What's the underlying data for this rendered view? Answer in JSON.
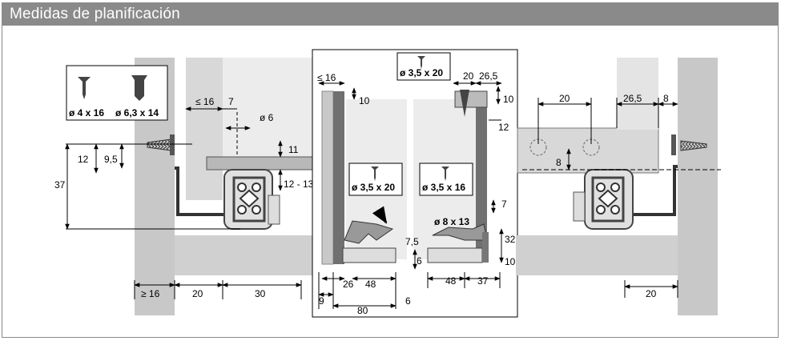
{
  "title": "Medidas de planificación",
  "screws": {
    "left_small": "ø 4 x 16",
    "left_large": "ø 6,3 x 14",
    "center_top": "ø 3,5 x 20",
    "center_left": "ø 3,5 x 20",
    "center_right": "ø 3,5 x 16",
    "bolt": "ø 8 x 13"
  },
  "dims": {
    "l_le16": "≤ 16",
    "l_7": "7",
    "l_d6": "ø 6",
    "l_11": "11",
    "l_12": "12",
    "l_9_5": "9,5",
    "l_37": "37",
    "l_12_13": "12 - 13",
    "l_ge16": "≥ 16",
    "l_20": "20",
    "l_30": "30",
    "c_le16": "≤ 16",
    "c_10a": "10",
    "c_20": "20",
    "c_26_5": "26,5",
    "c_10b": "10",
    "c_12": "12",
    "c_7": "7",
    "c_7_5": "7,5",
    "c_6a": "6",
    "c_32": "32",
    "c_10c": "10",
    "c_26": "26",
    "c_48a": "48",
    "c_48b": "48",
    "c_37": "37",
    "c_9": "9",
    "c_6b": "6",
    "c_80": "80",
    "r_20": "20",
    "r_26_5": "26,5",
    "r_8a": "8",
    "r_8b": "8",
    "r_20b": "20"
  }
}
